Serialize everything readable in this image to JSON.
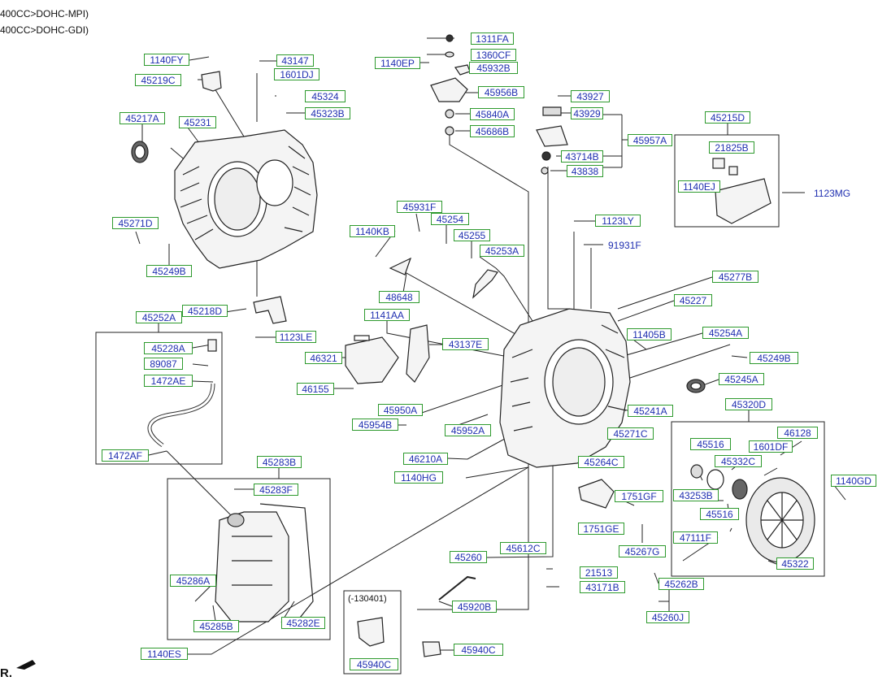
{
  "header": {
    "line1": "400CC>DOHC-MPI)",
    "line2": "400CC>DOHC-GDI)"
  },
  "direction_label": "R.",
  "notes": {
    "serial_range": "(-130401)"
  },
  "parts": {
    "p1311FA": "1311FA",
    "p1360CF": "1360CF",
    "p45932B": "45932B",
    "p1140EP": "1140EP",
    "p45956B": "45956B",
    "p45840A": "45840A",
    "p45686B": "45686B",
    "p43927": "43927",
    "p43929": "43929",
    "p45957A": "45957A",
    "p43714B": "43714B",
    "p43838": "43838",
    "p45215D": "45215D",
    "p21825B": "21825B",
    "p1140EJ": "1140EJ",
    "p1123MG": "1123MG",
    "p1140FY": "1140FY",
    "p45219C": "45219C",
    "p43147": "43147",
    "p1601DJ": "1601DJ",
    "p45324": "45324",
    "p45323B": "45323B",
    "p45217A": "45217A",
    "p45231": "45231",
    "p45271D": "45271D",
    "p45249B_a": "45249B",
    "p45931F": "45931F",
    "p45254": "45254",
    "p1140KB": "1140KB",
    "p45255": "45255",
    "p45253A": "45253A",
    "p1123LY": "1123LY",
    "p91931F": "91931F",
    "p48648": "48648",
    "p45277B": "45277B",
    "p45227": "45227",
    "p45252A": "45252A",
    "p45218D": "45218D",
    "p1141AA": "1141AA",
    "p1123LE": "1123LE",
    "p43137E": "43137E",
    "p11405B": "11405B",
    "p45254A": "45254A",
    "p45249B_b": "45249B",
    "p45228A": "45228A",
    "p89087": "89087",
    "p46321": "46321",
    "p1472AE": "1472AE",
    "p46155": "46155",
    "p45245A": "45245A",
    "p45241A": "45241A",
    "p45320D": "45320D",
    "p45950A": "45950A",
    "p45954B": "45954B",
    "p45952A": "45952A",
    "p45271C": "45271C",
    "p46128": "46128",
    "p45516_a": "45516",
    "p1601DF": "1601DF",
    "p1472AF": "1472AF",
    "p46210A": "46210A",
    "p45332C": "45332C",
    "p45283B": "45283B",
    "p45264C": "45264C",
    "p1140HG": "1140HG",
    "p45283F": "45283F",
    "p1751GF": "1751GF",
    "p43253B": "43253B",
    "p1140GD": "1140GD",
    "p45516_b": "45516",
    "p1751GE": "1751GE",
    "p47111F": "47111F",
    "p45612C": "45612C",
    "p45260": "45260",
    "p45267G": "45267G",
    "p45286A": "45286A",
    "p21513": "21513",
    "p45322": "45322",
    "p43171B": "43171B",
    "p45262B": "45262B",
    "p45920B": "45920B",
    "p45285B": "45285B",
    "p45282E": "45282E",
    "p45260J": "45260J",
    "p1140ES": "1140ES",
    "p45940C_a": "45940C",
    "p45940C_b": "45940C"
  }
}
